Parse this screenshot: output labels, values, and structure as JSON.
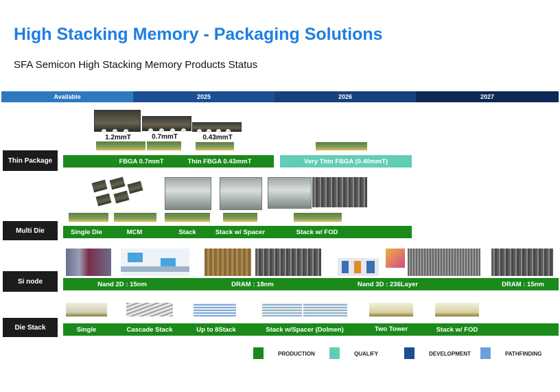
{
  "header": {
    "title": "High Stacking Memory - Packaging Solutions",
    "subtitle": "SFA Semicon High Stacking Memory Products Status"
  },
  "timeline": [
    {
      "label": "Available",
      "color": "#2e78c0"
    },
    {
      "label": "2025",
      "color": "#1c4e92"
    },
    {
      "label": "2026",
      "color": "#16417d"
    },
    {
      "label": "2027",
      "color": "#0c2a55"
    }
  ],
  "rows": {
    "thin_package": {
      "label": "Thin Package",
      "thicknesses": [
        "1.2mmT",
        "0.7mmT",
        "0.43mmT"
      ],
      "bar_labels": [
        "FBGA 0.7mmT",
        "Thin FBGA 0.43mmT",
        "Very Thin FBGA (0.40mmT)"
      ]
    },
    "multi_die": {
      "label": "Multi Die",
      "bar_labels": [
        "Single Die",
        "MCM",
        "Stack",
        "Stack w/ Spacer",
        "Stack w/ FOD"
      ]
    },
    "si_node": {
      "label": "Si node",
      "bar_labels": [
        "Nand 2D : 15nm",
        "DRAM : 18nm",
        "Nand 3D : 236Layer",
        "DRAM : 15nm"
      ]
    },
    "die_stack": {
      "label": "Die Stack",
      "bar_labels": [
        "Single",
        "Cascade Stack",
        "Up to 8Stack",
        "Stack w/Spacer (Dolmen)",
        "Two Tower",
        "Stack w/ FOD"
      ]
    }
  },
  "legend": [
    {
      "label": "PRODUCTION",
      "color": "#1a8a1a"
    },
    {
      "label": "QUALIFY",
      "color": "#62cdb7"
    },
    {
      "label": "DEVELOPMENT",
      "color": "#1c4e92"
    },
    {
      "label": "PATHFINDING",
      "color": "#6d9fd8"
    }
  ],
  "colors": {
    "title": "#1e7fe0",
    "production": "#1a8a1a",
    "qualify": "#62cdb7"
  }
}
